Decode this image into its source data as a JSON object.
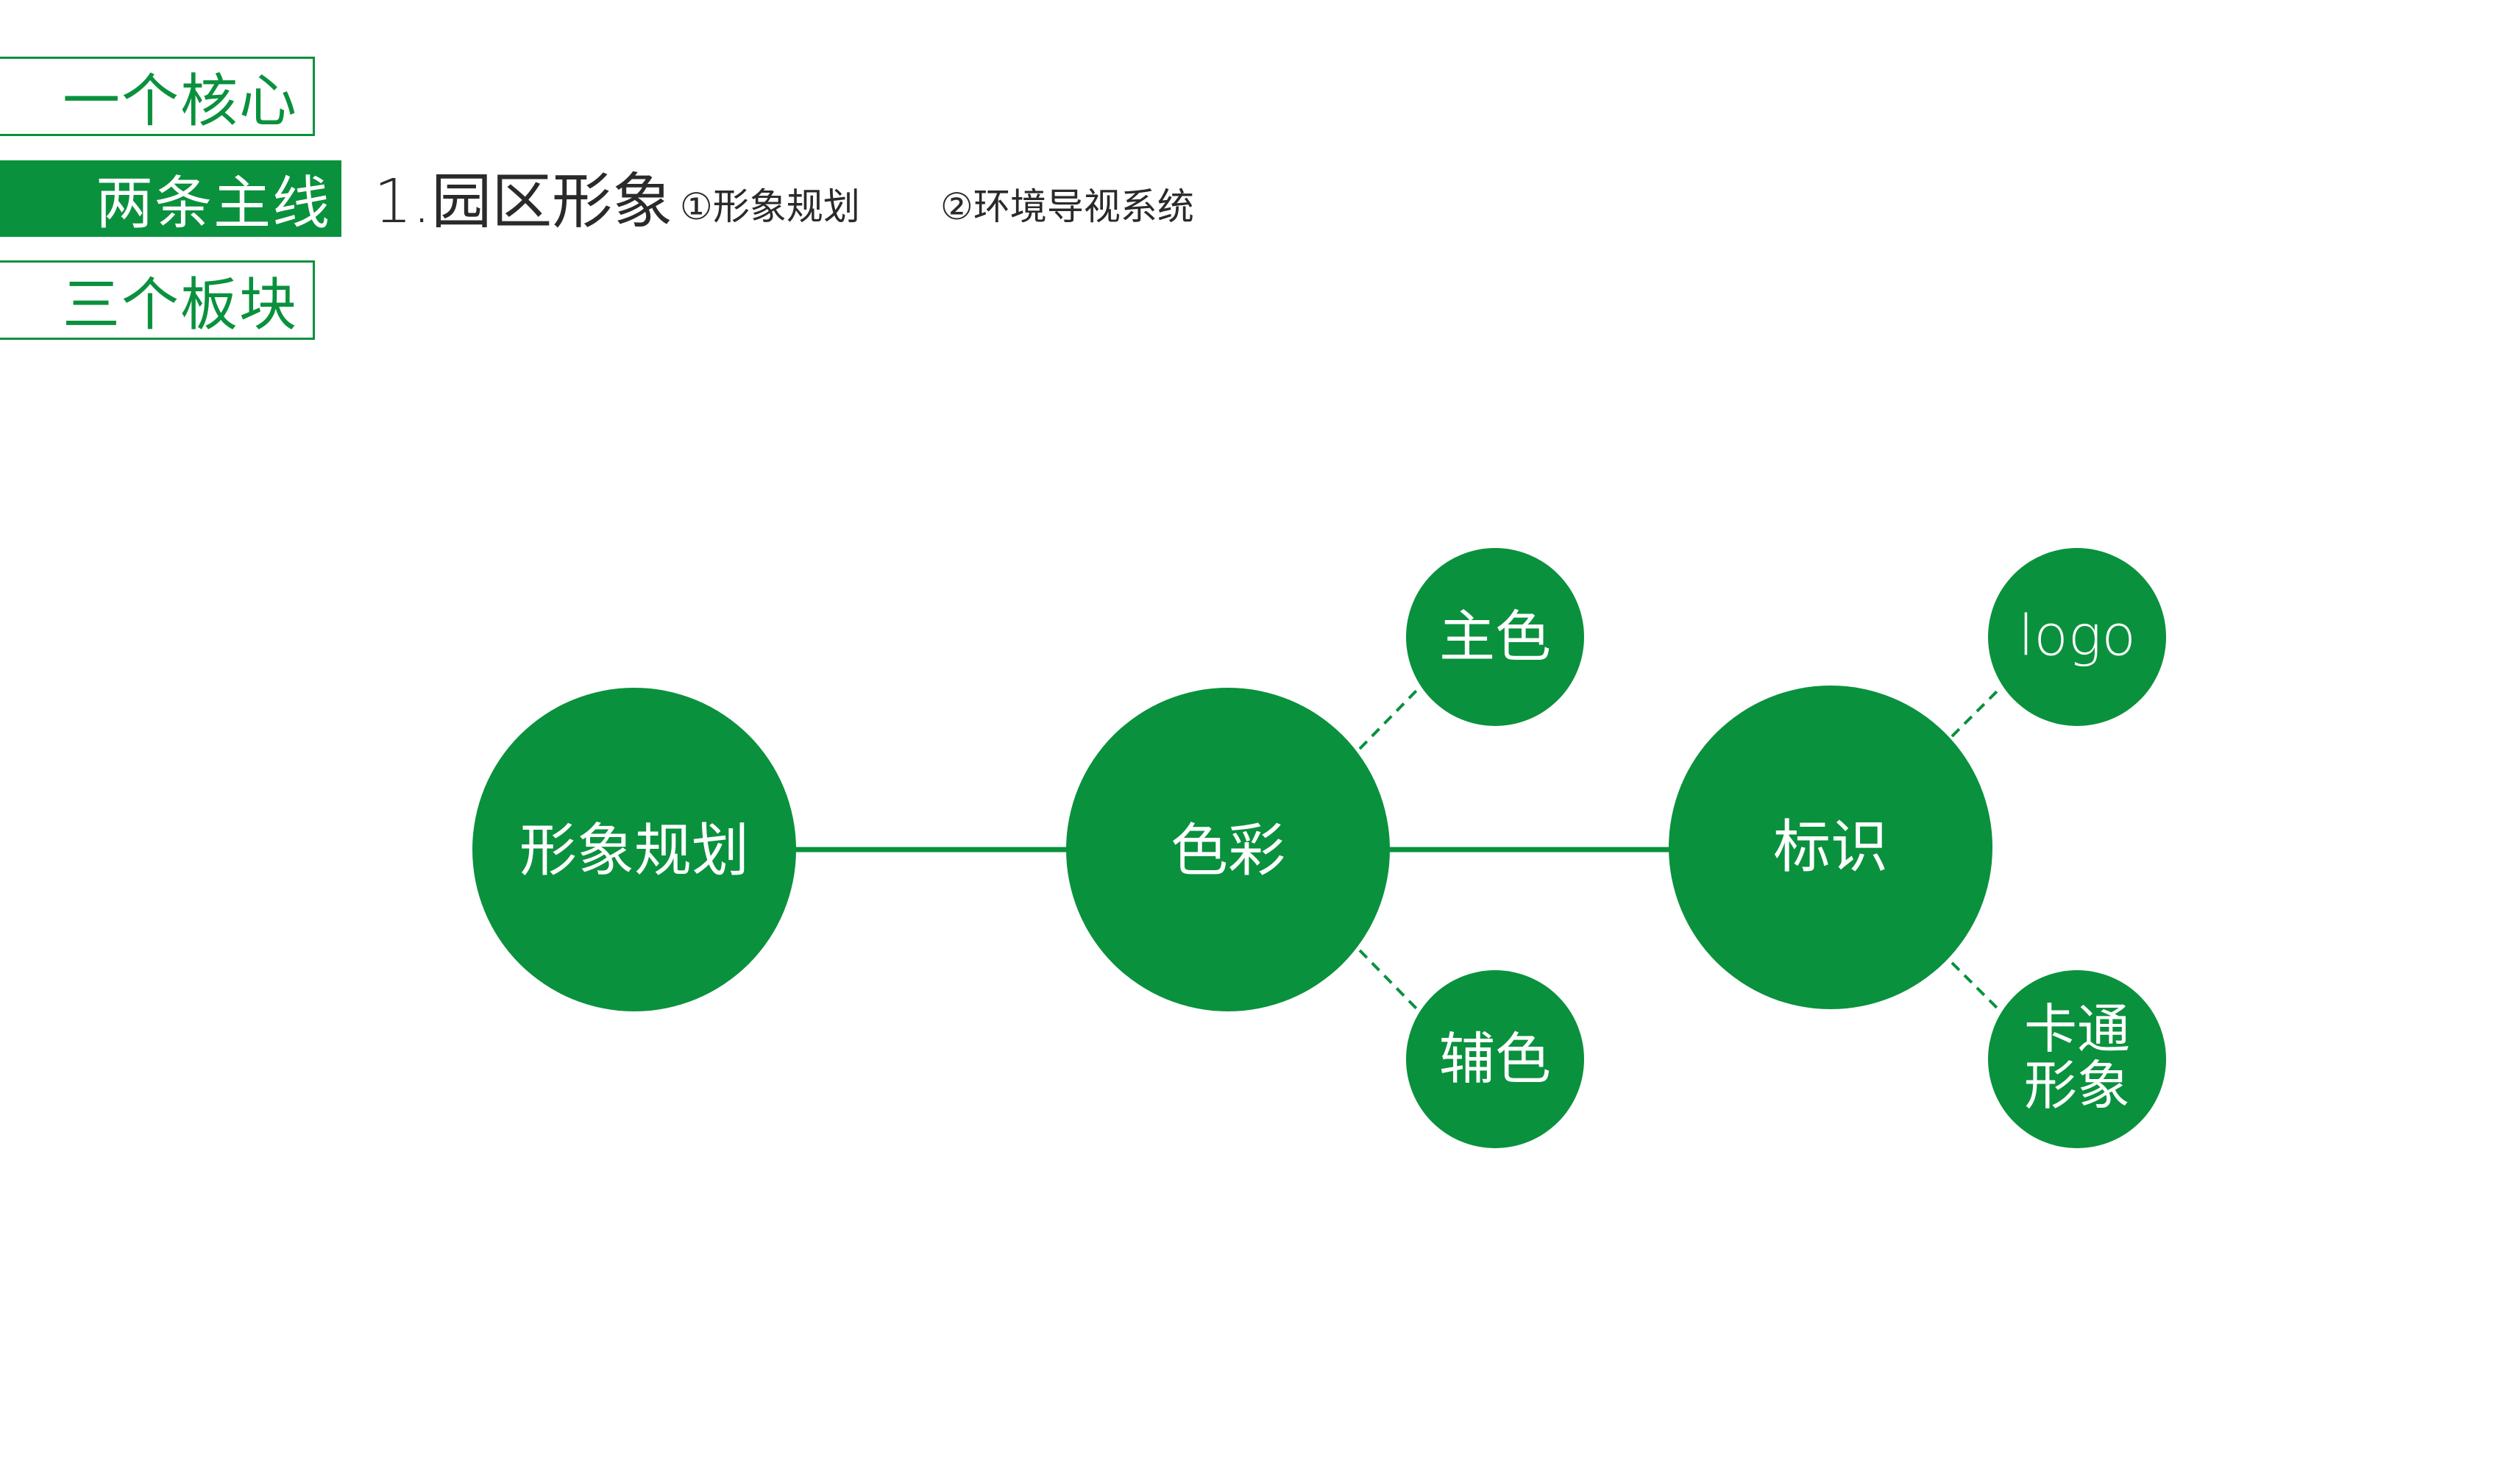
{
  "menu": {
    "item1": "一个核心",
    "item2": "两条主线",
    "item3": "三个板块"
  },
  "section": {
    "title": "1.园区形象",
    "sub1": "①形象规划",
    "sub2": "②环境导视系统"
  },
  "colors": {
    "accent": "#0a913d",
    "text": "#2a2a2a",
    "node_text": "#ffffff"
  },
  "nodes": {
    "main": "形象规划",
    "color": "色彩",
    "logo_group": "标识",
    "primary_color": "主色",
    "secondary_color": "辅色",
    "logo": "logo",
    "cartoon_line1": "卡通",
    "cartoon_line2": "形象"
  }
}
